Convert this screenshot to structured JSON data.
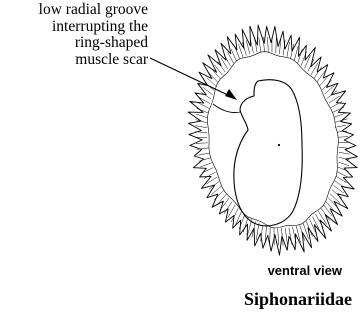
{
  "annotation": {
    "lines": [
      "low radial groove",
      "interrupting the",
      "ring-shaped",
      "muscle scar"
    ]
  },
  "view_label": "ventral view",
  "family_name": "Siphonariidae",
  "colors": {
    "ink": "#000000",
    "background": "#ffffff"
  }
}
